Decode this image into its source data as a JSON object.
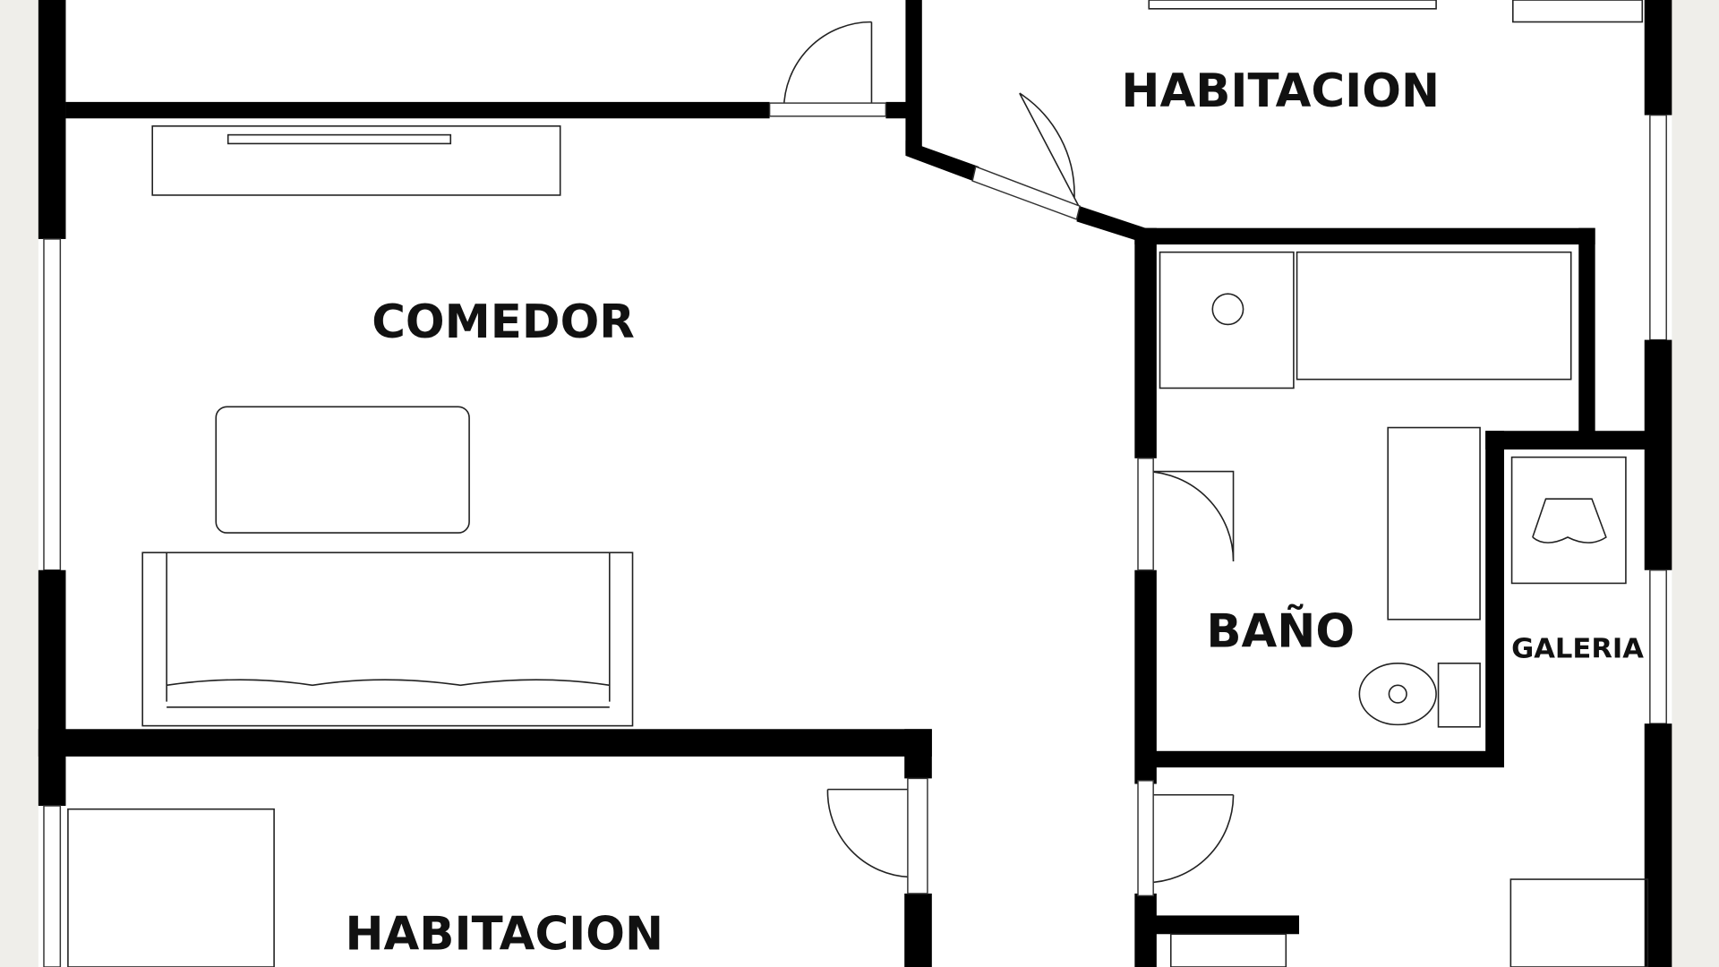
{
  "rooms": {
    "top_bedroom": "HABITACION",
    "dining": "COMEDOR",
    "bathroom": "BAÑO",
    "gallery": "GALERIA",
    "bottom_bedroom": "HABITACION"
  },
  "colors": {
    "wall": "#000000",
    "background": "#ffffff",
    "margin": "#efeeea"
  }
}
